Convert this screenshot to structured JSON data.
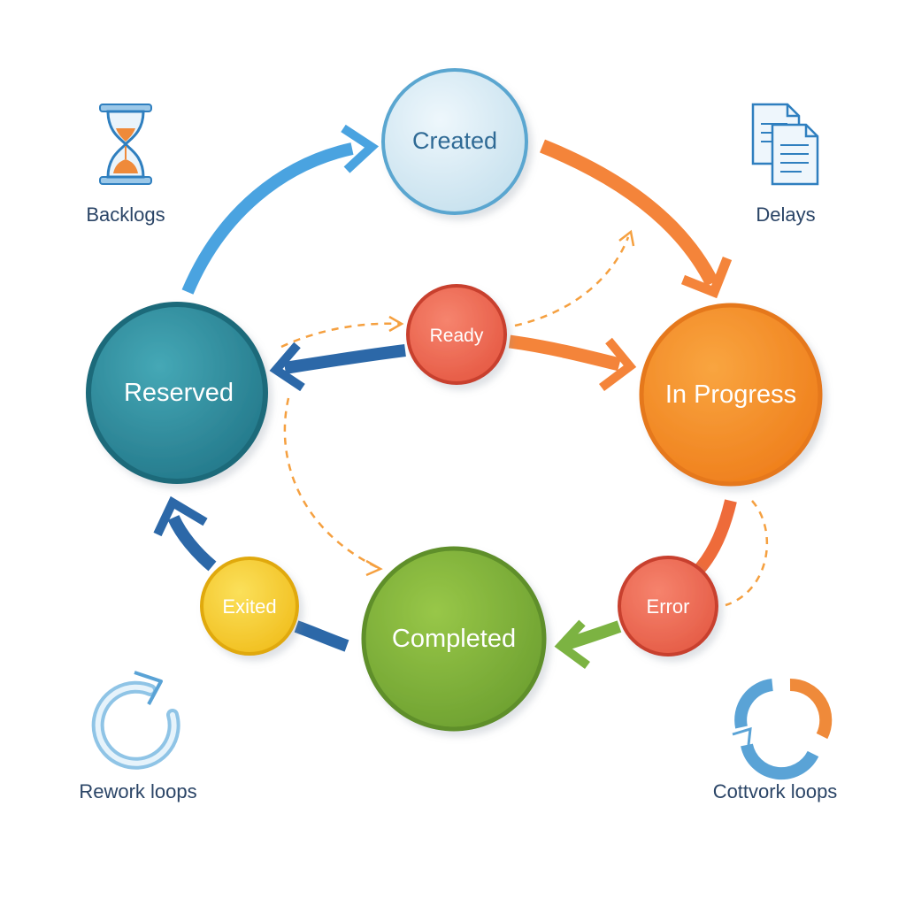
{
  "nodes": {
    "created": "Created",
    "ready": "Ready",
    "reserved": "Reserved",
    "in_progress": "In Progress",
    "exited": "Exited",
    "completed": "Completed",
    "error": "Error"
  },
  "corners": {
    "top_left": {
      "label": "Backlogs",
      "icon": "hourglass-icon"
    },
    "top_right": {
      "label": "Delays",
      "icon": "documents-icon"
    },
    "bottom_left": {
      "label": "Rework loops",
      "icon": "refresh-icon"
    },
    "bottom_right": {
      "label": "Cottvork loops",
      "icon": "cycle-arrows-icon"
    }
  },
  "colors": {
    "created": "#d4e9f4",
    "ready": "#ee6b55",
    "reserved": "#2e8f9f",
    "in_progress": "#f5902a",
    "exited": "#f6cc2e",
    "completed": "#86b83c",
    "error": "#ef6c55",
    "blue_arrow": "#4aa3e0",
    "dark_blue_arrow": "#2c68a8",
    "orange_arrow": "#f4843a",
    "green_arrow": "#7cb342",
    "dashed": "#f5a040",
    "label_text": "#2a4466"
  }
}
